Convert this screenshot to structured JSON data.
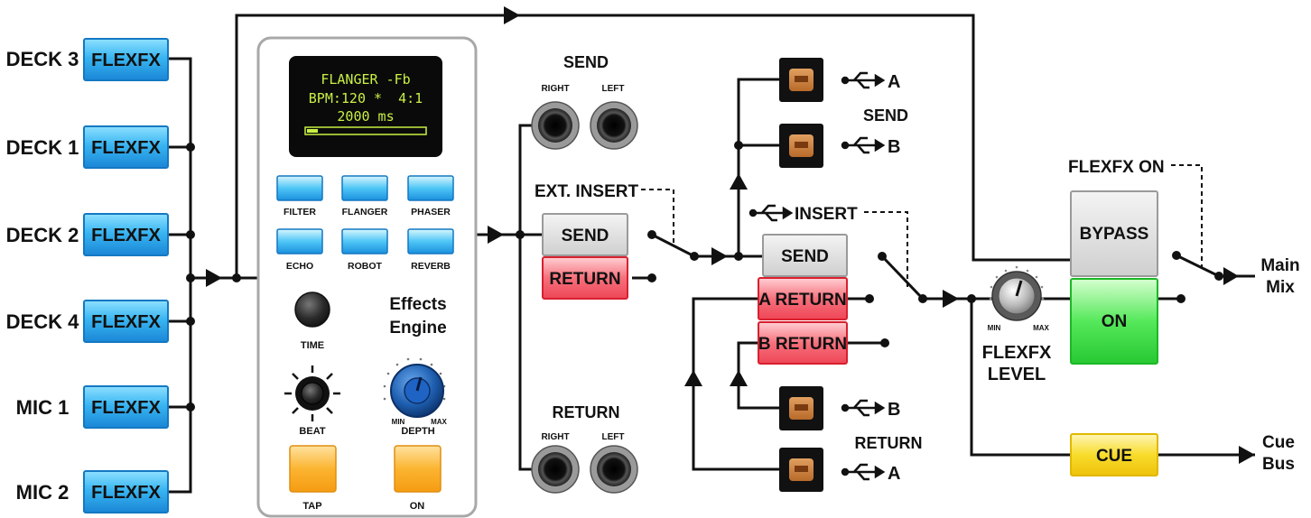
{
  "inputs": {
    "deck3": "DECK 3",
    "deck1": "DECK 1",
    "deck2": "DECK 2",
    "deck4": "DECK 4",
    "mic1": "MIC 1",
    "mic2": "MIC 2",
    "flexfx_button": "FLEXFX"
  },
  "engine": {
    "display_line1": "FLANGER -Fb",
    "display_line2": "BPM:120 *  4:1",
    "display_line3": "2000 ms",
    "buttons": [
      "FILTER",
      "FLANGER",
      "PHASER",
      "ECHO",
      "ROBOT",
      "REVERB"
    ],
    "time_label": "TIME",
    "beat_label": "BEAT",
    "title_line1": "Effects",
    "title_line2": "Engine",
    "depth_label": "DEPTH",
    "depth_min": "MIN",
    "depth_max": "MAX",
    "tap_label": "TAP",
    "on_label": "ON"
  },
  "ext_send": {
    "title": "SEND",
    "right": "RIGHT",
    "left": "LEFT"
  },
  "ext_return": {
    "title": "RETURN",
    "right": "RIGHT",
    "left": "LEFT"
  },
  "ext_insert": {
    "label": "EXT. INSERT",
    "send_button": "SEND",
    "return_button": "RETURN"
  },
  "usb": {
    "send_title": "SEND",
    "return_title": "RETURN",
    "a": "A",
    "b": "B",
    "insert_label": "INSERT",
    "send_button": "SEND",
    "a_return_button": "A RETURN",
    "b_return_button": "B RETURN"
  },
  "output": {
    "level_knob_min": "MIN",
    "level_knob_max": "MAX",
    "level_line1": "FLEXFX",
    "level_line2": "LEVEL",
    "flexfx_on_label": "FLEXFX ON",
    "bypass_button": "BYPASS",
    "on_button": "ON",
    "cue_button": "CUE",
    "main_mix_line1": "Main",
    "main_mix_line2": "Mix",
    "cue_bus_line1": "Cue",
    "cue_bus_line2": "Bus"
  },
  "colors": {
    "flexfx_blue": "#2aa3e6",
    "return_red": "#f05060",
    "on_green": "#3fd94a",
    "cue_yellow": "#f3d21a",
    "orange_pad": "#f9a81e",
    "knob_blue": "#1e5fb0",
    "oled_green": "#c8f043"
  }
}
